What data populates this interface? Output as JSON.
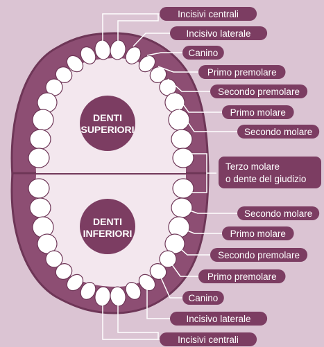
{
  "colors": {
    "background": "#dbc4d3",
    "gum": "#8d4e73",
    "gum_outline": "#6e3657",
    "palate": "#f3e7ee",
    "tooth": "#ffffff",
    "tooth_outline": "#6e3657",
    "label_bg": "#7c3d62",
    "leader": "#ffffff"
  },
  "upper_label": {
    "line1": "DENTI",
    "line2": "SUPERIORI"
  },
  "lower_label": {
    "line1": "DENTI",
    "line2": "INFERIORI"
  },
  "labels": {
    "upper": [
      "Incisivi centrali",
      "Incisivo laterale",
      "Canino",
      "Primo premolare",
      "Secondo premolare",
      "Primo molare",
      "Secondo molare"
    ],
    "third_molar": [
      "Terzo molare",
      "o dente del giudizio"
    ],
    "lower": [
      "Secondo molare",
      "Primo molare",
      "Secondo premolare",
      "Primo premolare",
      "Canino",
      "Incisivo laterale",
      "Incisivi centrali"
    ]
  }
}
